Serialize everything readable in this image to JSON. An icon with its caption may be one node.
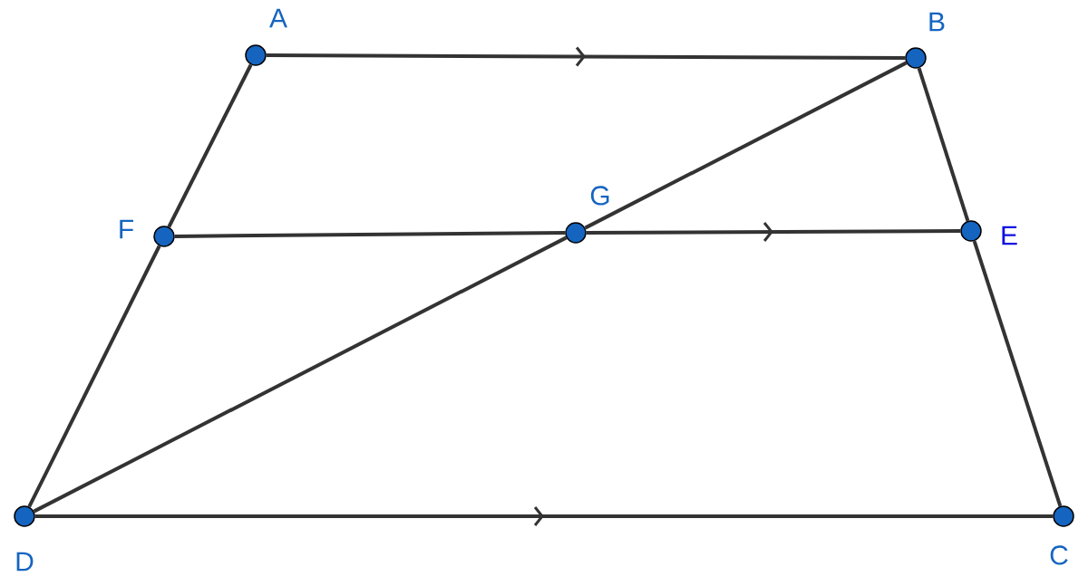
{
  "diagram": {
    "nodes": [
      {
        "text": [
          "A"
        ]
      },
      {
        "text": [
          "B"
        ]
      },
      {
        "text": [
          "F"
        ]
      },
      {
        "text": [
          "G"
        ]
      },
      {
        "text": [
          "E"
        ]
      },
      {
        "text": [
          "D"
        ]
      },
      {
        "text": [
          "C"
        ]
      }
    ],
    "edges": [
      {
        "from": 0,
        "to": 1,
        "arrow": "to"
      },
      {
        "from": 0,
        "to": 2,
        "arrow": "none"
      },
      {
        "from": 2,
        "to": 5,
        "arrow": "none"
      },
      {
        "from": 1,
        "to": 4,
        "arrow": "none"
      },
      {
        "from": 4,
        "to": 6,
        "arrow": "none"
      },
      {
        "from": 2,
        "to": 3,
        "arrow": "none"
      },
      {
        "from": 3,
        "to": 4,
        "arrow": "to"
      },
      {
        "from": 5,
        "to": 3,
        "arrow": "none"
      },
      {
        "from": 3,
        "to": 1,
        "arrow": "none"
      },
      {
        "from": 5,
        "to": 6,
        "arrow": "to"
      }
    ]
  }
}
